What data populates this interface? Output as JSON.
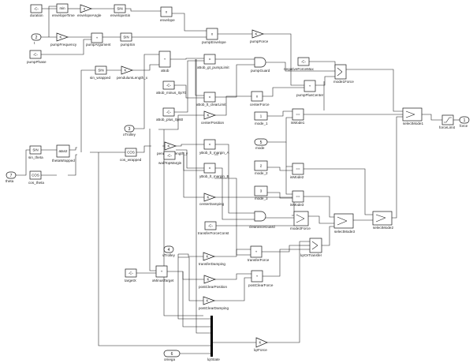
{
  "inports": {
    "t": {
      "num": "2",
      "name": "t"
    },
    "theta": {
      "num": "7",
      "name": "theta"
    },
    "xTrolley": {
      "num": "3",
      "name": "xTrolley"
    },
    "vTrolley": {
      "num": "4",
      "name": "vTrolley"
    },
    "mode": {
      "num": "5",
      "name": "mode"
    },
    "omega": {
      "num": "6",
      "name": "omega"
    }
  },
  "outports": {
    "force": {
      "num": "1",
      "name": "force"
    }
  },
  "blocks": {
    "duration": {
      "name": "duration",
      "glyph": "-C-"
    },
    "envelopeTime": {
      "name": "envelopeTime",
      "glyph": "min"
    },
    "envelopeAngle": {
      "name": "envelopeAngle",
      "glyph": "u"
    },
    "envelopeSin": {
      "name": "envelopeSin",
      "glyph": "SIN"
    },
    "envelope": {
      "name": "envelope",
      "glyph": "x"
    },
    "pumpFrequency": {
      "name": "pumpFrequency",
      "glyph": "K"
    },
    "pumpArgument": {
      "name": "pumpArgument",
      "glyph": "+"
    },
    "pumpSin": {
      "name": "pumpSin",
      "glyph": "SIN"
    },
    "pumpEnvelope": {
      "name": "pumpEnvelope",
      "glyph": "x"
    },
    "pumpForce": {
      "name": "pumpForce",
      "glyph": "K"
    },
    "pumpPhase": {
      "name": "pumpPhase",
      "glyph": "-C-"
    },
    "sin_wrapped": {
      "name": "sin_wrapped",
      "glyph": "SIN"
    },
    "pendulumLength_x": {
      "name": "pendulumLength_x",
      "glyph": "K"
    },
    "xBob": {
      "name": "xBob",
      "glyph": "+"
    },
    "xBob_gt_pumpLimit": {
      "name": "xBob_gt_pumpLimit",
      "glyph": ">"
    },
    "pumpGuard": {
      "name": "pumpGuard",
      "glyph": "AND"
    },
    "negativeForceMax": {
      "name": "negativeForceMax",
      "glyph": "-C-"
    },
    "mode1Force": {
      "name": "mode1Force",
      "glyph": "switch"
    },
    "xBob_minus_0p70": {
      "name": "xBob_minus_0p70",
      "glyph": "-C-"
    },
    "xBob_lt_clearLimit": {
      "name": "xBob_lt_clearLimit",
      "glyph": "<"
    },
    "centerForce": {
      "name": "centerForce",
      "glyph": "x"
    },
    "pumpPlusCenter": {
      "name": "pumpPlusCenter",
      "glyph": "+"
    },
    "xBob_plus_0p60": {
      "name": "xBob_plus_0p60",
      "glyph": "-C-"
    },
    "centerPosition": {
      "name": "centerPosition",
      "glyph": "K"
    },
    "mode_1": {
      "name": "mode_1",
      "glyph": "1"
    },
    "isMode1": {
      "name": "isMode1",
      "glyph": "=="
    },
    "selectMode1": {
      "name": "selectMode1",
      "glyph": "switch"
    },
    "forceLimit": {
      "name": "forceLimit",
      "glyph": "sat"
    },
    "sin_theta": {
      "name": "sin_theta",
      "glyph": "SIN"
    },
    "cos_theta": {
      "name": "cos_theta",
      "glyph": "COS"
    },
    "thetaWrapped": {
      "name": "thetaWrapped",
      "glyph": "atan2"
    },
    "cos_wrapped": {
      "name": "cos_wrapped",
      "glyph": "COS"
    },
    "pendulumLength_y": {
      "name": "pendulumLength_y",
      "glyph": "K"
    },
    "yBob_lt_margin_A": {
      "name": "yBob_lt_margin_A",
      "glyph": "<"
    },
    "yBob_lt_margin_B": {
      "name": "yBob_lt_margin_B",
      "glyph": "<"
    },
    "wallTopMargin": {
      "name": "wallTopMargin",
      "glyph": "-C-"
    },
    "mode_2": {
      "name": "mode_2",
      "glyph": "2"
    },
    "isMode2": {
      "name": "isMode2",
      "glyph": "=="
    },
    "mode_3": {
      "name": "mode_3",
      "glyph": "3"
    },
    "isMode3": {
      "name": "isMode3",
      "glyph": "=="
    },
    "centerDamping": {
      "name": "centerDamping",
      "glyph": "K"
    },
    "clearanceGuard": {
      "name": "clearanceGuard",
      "glyph": "AND"
    },
    "mode2Force": {
      "name": "mode2Force",
      "glyph": "switch"
    },
    "selectMode3": {
      "name": "selectMode3",
      "glyph": "switch"
    },
    "selectMode2": {
      "name": "selectMode2",
      "glyph": "switch"
    },
    "transferForceConst": {
      "name": "transferForceConst",
      "glyph": "-C-"
    },
    "transferDamping": {
      "name": "transferDamping",
      "glyph": "K"
    },
    "transferForce": {
      "name": "transferForce",
      "glyph": "+"
    },
    "lqrOrTransfer": {
      "name": "lqrOrTransfer",
      "glyph": "switch"
    },
    "targetX": {
      "name": "targetX",
      "glyph": "-C-"
    },
    "xMinusTarget": {
      "name": "xMinusTarget",
      "glyph": "+"
    },
    "postClearPosition": {
      "name": "postClearPosition",
      "glyph": "K"
    },
    "postClearForce": {
      "name": "postClearForce",
      "glyph": "+"
    },
    "postClearDamping": {
      "name": "postClearDamping",
      "glyph": "K"
    },
    "lqrState": {
      "name": "lqrState",
      "glyph": ""
    },
    "lqrForce": {
      "name": "lqrForce",
      "glyph": "K"
    }
  }
}
